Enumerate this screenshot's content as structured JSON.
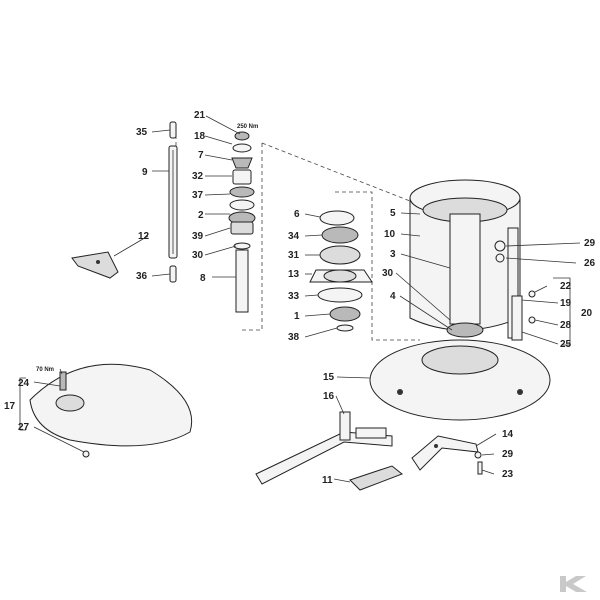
{
  "callouts": [
    {
      "id": "c21",
      "text": "21"
    },
    {
      "id": "c250",
      "text": "250 Nm"
    },
    {
      "id": "c18",
      "text": "18"
    },
    {
      "id": "c7",
      "text": "7"
    },
    {
      "id": "c32",
      "text": "32"
    },
    {
      "id": "c37",
      "text": "37"
    },
    {
      "id": "c2",
      "text": "2"
    },
    {
      "id": "c39",
      "text": "39"
    },
    {
      "id": "c30a",
      "text": "30"
    },
    {
      "id": "c8",
      "text": "8"
    },
    {
      "id": "c35",
      "text": "35"
    },
    {
      "id": "c9",
      "text": "9"
    },
    {
      "id": "c12",
      "text": "12"
    },
    {
      "id": "c36",
      "text": "36"
    },
    {
      "id": "c6",
      "text": "6"
    },
    {
      "id": "c34",
      "text": "34"
    },
    {
      "id": "c31",
      "text": "31"
    },
    {
      "id": "c13",
      "text": "13"
    },
    {
      "id": "c33",
      "text": "33"
    },
    {
      "id": "c1",
      "text": "1"
    },
    {
      "id": "c38",
      "text": "38"
    },
    {
      "id": "c5",
      "text": "5"
    },
    {
      "id": "c10",
      "text": "10"
    },
    {
      "id": "c3",
      "text": "3"
    },
    {
      "id": "c30b",
      "text": "30"
    },
    {
      "id": "c4",
      "text": "4"
    },
    {
      "id": "c29a",
      "text": "29"
    },
    {
      "id": "c26",
      "text": "26"
    },
    {
      "id": "c22",
      "text": "22"
    },
    {
      "id": "c19",
      "text": "19"
    },
    {
      "id": "c20",
      "text": "20"
    },
    {
      "id": "c28",
      "text": "28"
    },
    {
      "id": "c25",
      "text": "25"
    },
    {
      "id": "c15",
      "text": "15"
    },
    {
      "id": "c16",
      "text": "16"
    },
    {
      "id": "c14",
      "text": "14"
    },
    {
      "id": "c29b",
      "text": "29"
    },
    {
      "id": "c23",
      "text": "23"
    },
    {
      "id": "c11",
      "text": "11"
    },
    {
      "id": "c70",
      "text": "70 Nm"
    },
    {
      "id": "c24",
      "text": "24"
    },
    {
      "id": "c17",
      "text": "17"
    },
    {
      "id": "c27",
      "text": "27"
    }
  ],
  "logo": {
    "icon": "kramp-k-logo-icon"
  }
}
